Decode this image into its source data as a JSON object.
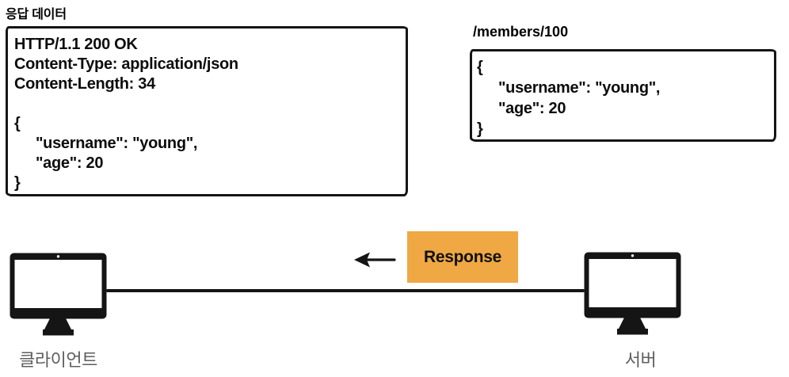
{
  "diagram": {
    "title": "응답 데이터"
  },
  "response_message": {
    "http_lines": [
      "HTTP/1.1 200 OK",
      "Content-Type: application/json",
      "Content-Length: 34"
    ],
    "body_lines": [
      "{",
      "\"username\": \"young\",",
      "\"age\": 20",
      "}"
    ]
  },
  "server_data": {
    "endpoint": "/members/100",
    "body_lines": [
      "{",
      "\"username\": \"young\",",
      "\"age\": 20",
      "}"
    ]
  },
  "flow": {
    "label": "Response",
    "direction": "left",
    "badge_color": "#EFA843"
  },
  "nodes": {
    "client_label": "클라이언트",
    "server_label": "서버"
  },
  "colors": {
    "ink": "#151515",
    "badge_orange": "#EFA843",
    "node_label_gray": "#5E5E5E",
    "screen_white": "#FFFFFF"
  },
  "icons": {
    "client": "monitor-icon",
    "server": "monitor-icon",
    "arrow": "left-arrow-icon"
  }
}
